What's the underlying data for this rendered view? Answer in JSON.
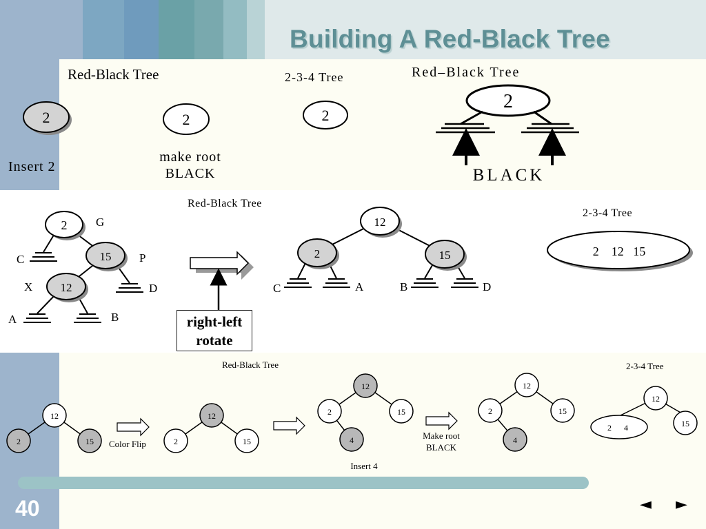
{
  "slide": {
    "title": "Building A Red-Black Tree",
    "number": "40",
    "nav_prev": "◄",
    "nav_next": "►"
  },
  "colors": {
    "sidebar": "#9db4cc",
    "title": "#5e8f95",
    "red_node": "#d3d3d3",
    "black_node": "#ffffff",
    "panel": "#fdfdf3",
    "scrollbar": "#9cc3c6"
  },
  "section1": {
    "rbt_label": "Red-Black Tree",
    "tree234_label": "2-3-4 Tree",
    "rbt_label_big": "Red–Black  Tree",
    "node_value": "2",
    "insert_label": "Insert 2",
    "make_root_line1": "make root",
    "make_root_line2": "BLACK",
    "black_label": "BLACK"
  },
  "section2": {
    "rbt_label": "Red-Black Tree",
    "tree234_label": "2-3-4 Tree",
    "node_2": "2",
    "node_15": "15",
    "node_12": "12",
    "label_G": "G",
    "label_P": "P",
    "label_X": "X",
    "label_C": "C",
    "label_D": "D",
    "label_A": "A",
    "label_B": "B",
    "rotate_line1": "right-left",
    "rotate_line2": "rotate",
    "node234_values": "2    12   15"
  },
  "section3": {
    "rbt_label": "Red-Black Tree",
    "tree234_label": "2-3-4 Tree",
    "color_flip": "Color Flip",
    "insert_4": "Insert 4",
    "make_root_line1": "Make root",
    "make_root_line2": "BLACK",
    "n12": "12",
    "n2": "2",
    "n15": "15",
    "n4": "4",
    "node234_values": "2      4"
  }
}
